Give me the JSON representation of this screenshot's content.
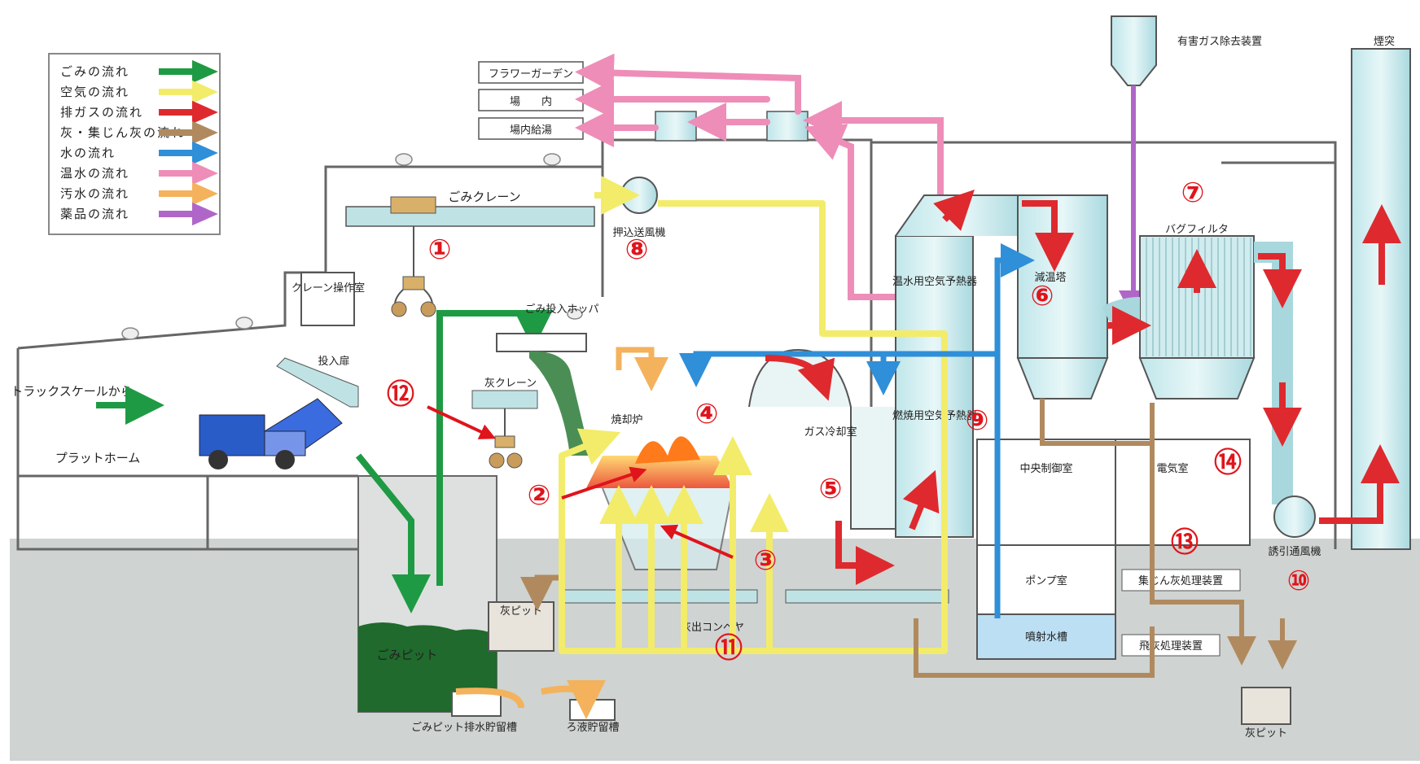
{
  "legend": [
    {
      "label": "ごみの流れ",
      "color": "#1f9a44"
    },
    {
      "label": "空気の流れ",
      "color": "#f2ec6a"
    },
    {
      "label": "排ガスの流れ",
      "color": "#de2a2e"
    },
    {
      "label": "灰・集じん灰の流れ",
      "color": "#b08a5e"
    },
    {
      "label": "水の流れ",
      "color": "#2f8fd8"
    },
    {
      "label": "温水の流れ",
      "color": "#ee8db8"
    },
    {
      "label": "汚水の流れ",
      "color": "#f4b25c"
    },
    {
      "label": "薬品の流れ",
      "color": "#b066c8"
    }
  ],
  "hot_water_destinations": [
    "フラワーガーデン",
    "場　　内",
    "場内給湯"
  ],
  "labels": {
    "crane": "ごみクレーン",
    "crane_room": "クレーン操作室",
    "truck_scale": "トラックスケールから",
    "platform": "プラットホーム",
    "input_door": "投入扉",
    "hopper": "ごみ投入ホッパ",
    "ash_crane": "灰クレーン",
    "incinerator": "焼却炉",
    "fan": "押込送風機",
    "hw_air_preheater": "温水用空気予熱器",
    "comb_air_preheater": "燃焼用空気予熱器",
    "gas_cooling": "ガス冷却室",
    "cooling_tower": "減温塔",
    "harmful_gas": "有害ガス除去装置",
    "bag_filter": "バグフィルタ",
    "chimney": "煙突",
    "central_control": "中央制御室",
    "electric_room": "電気室",
    "pump_room": "ポンプ室",
    "spray_water": "噴射水槽",
    "id_fan": "誘引通風機",
    "fly_ash_dust": "集じん灰処理装置",
    "fly_ash_treat": "飛灰処理装置",
    "ash_pit_left": "灰ピット",
    "ash_conveyor": "灰出コンベヤ",
    "garbage_pit": "ごみピット",
    "drain_tank": "ごみピット排水貯留槽",
    "filtrate_tank": "ろ液貯留槽",
    "ash_pit_right": "灰ピット"
  },
  "numbers": [
    "①",
    "②",
    "③",
    "④",
    "⑤",
    "⑥",
    "⑦",
    "⑧",
    "⑨",
    "⑩",
    "⑪",
    "⑫",
    "⑬",
    "⑭"
  ]
}
